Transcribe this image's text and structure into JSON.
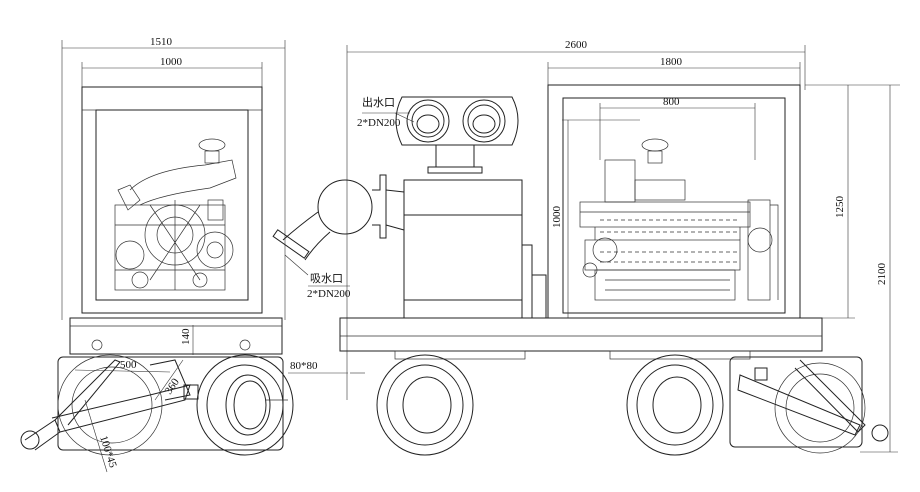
{
  "title": "Trailer-mounted diesel pump unit: dimension drawing",
  "dimensions": {
    "left_overall_width": "1510",
    "left_frame_width": "1000",
    "overall_length": "2600",
    "engine_enclosure_length": "1800",
    "engine_length": "800",
    "engine_height": "1000",
    "enclosure_height": "1250",
    "overall_height": "2100",
    "chassis_clearance": "140",
    "drawbar_width": "500",
    "drawbar_offset": "360",
    "beam_section": "80*80",
    "drawbar_section": "100*45"
  },
  "labels": {
    "outlet": "出水口",
    "outlet_size": "2*DN200",
    "inlet": "吸水口",
    "inlet_size": "2*DN200"
  }
}
